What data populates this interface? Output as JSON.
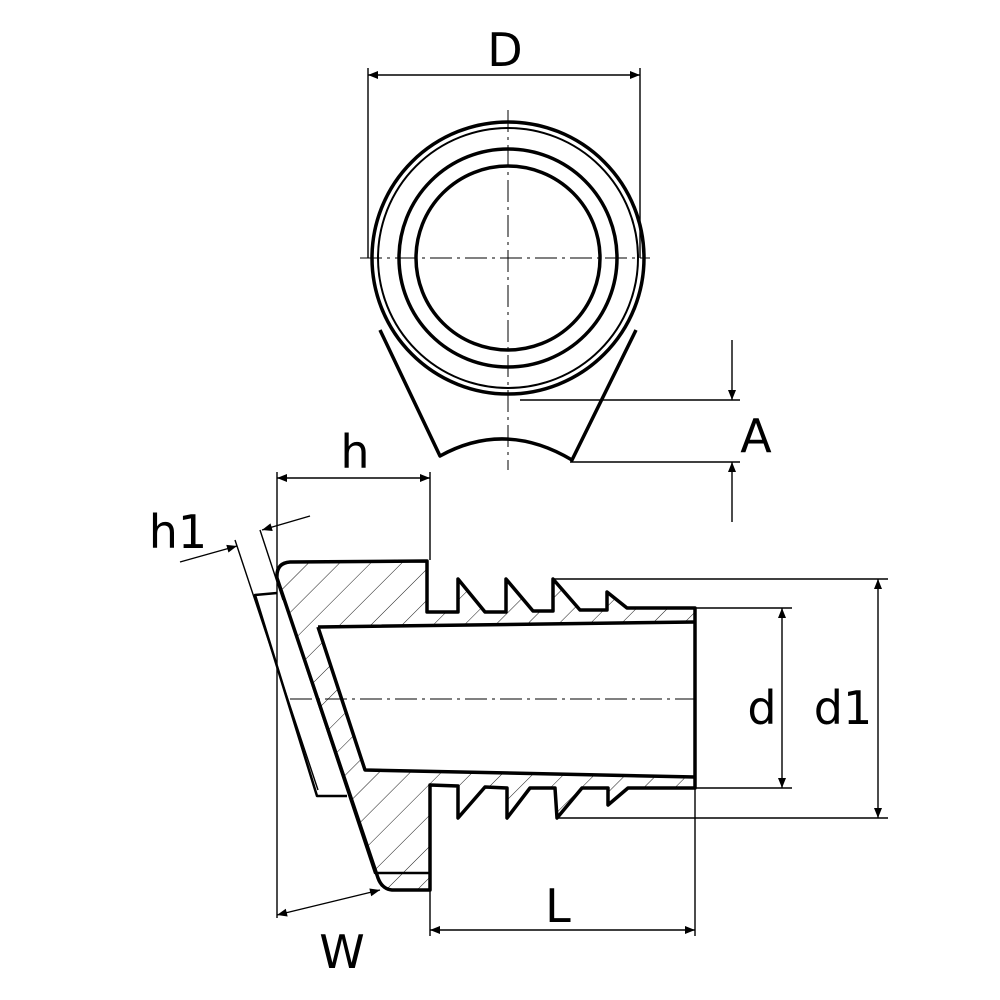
{
  "drawing": {
    "title": "Tube insert plug with ribbed shank – technical drawing",
    "labels": {
      "D": "D",
      "A": "A",
      "h": "h",
      "h1": "h1",
      "d": "d",
      "d1": "d1",
      "L": "L",
      "W": "W"
    },
    "colors": {
      "line": "#000000",
      "background": "#ffffff"
    }
  }
}
